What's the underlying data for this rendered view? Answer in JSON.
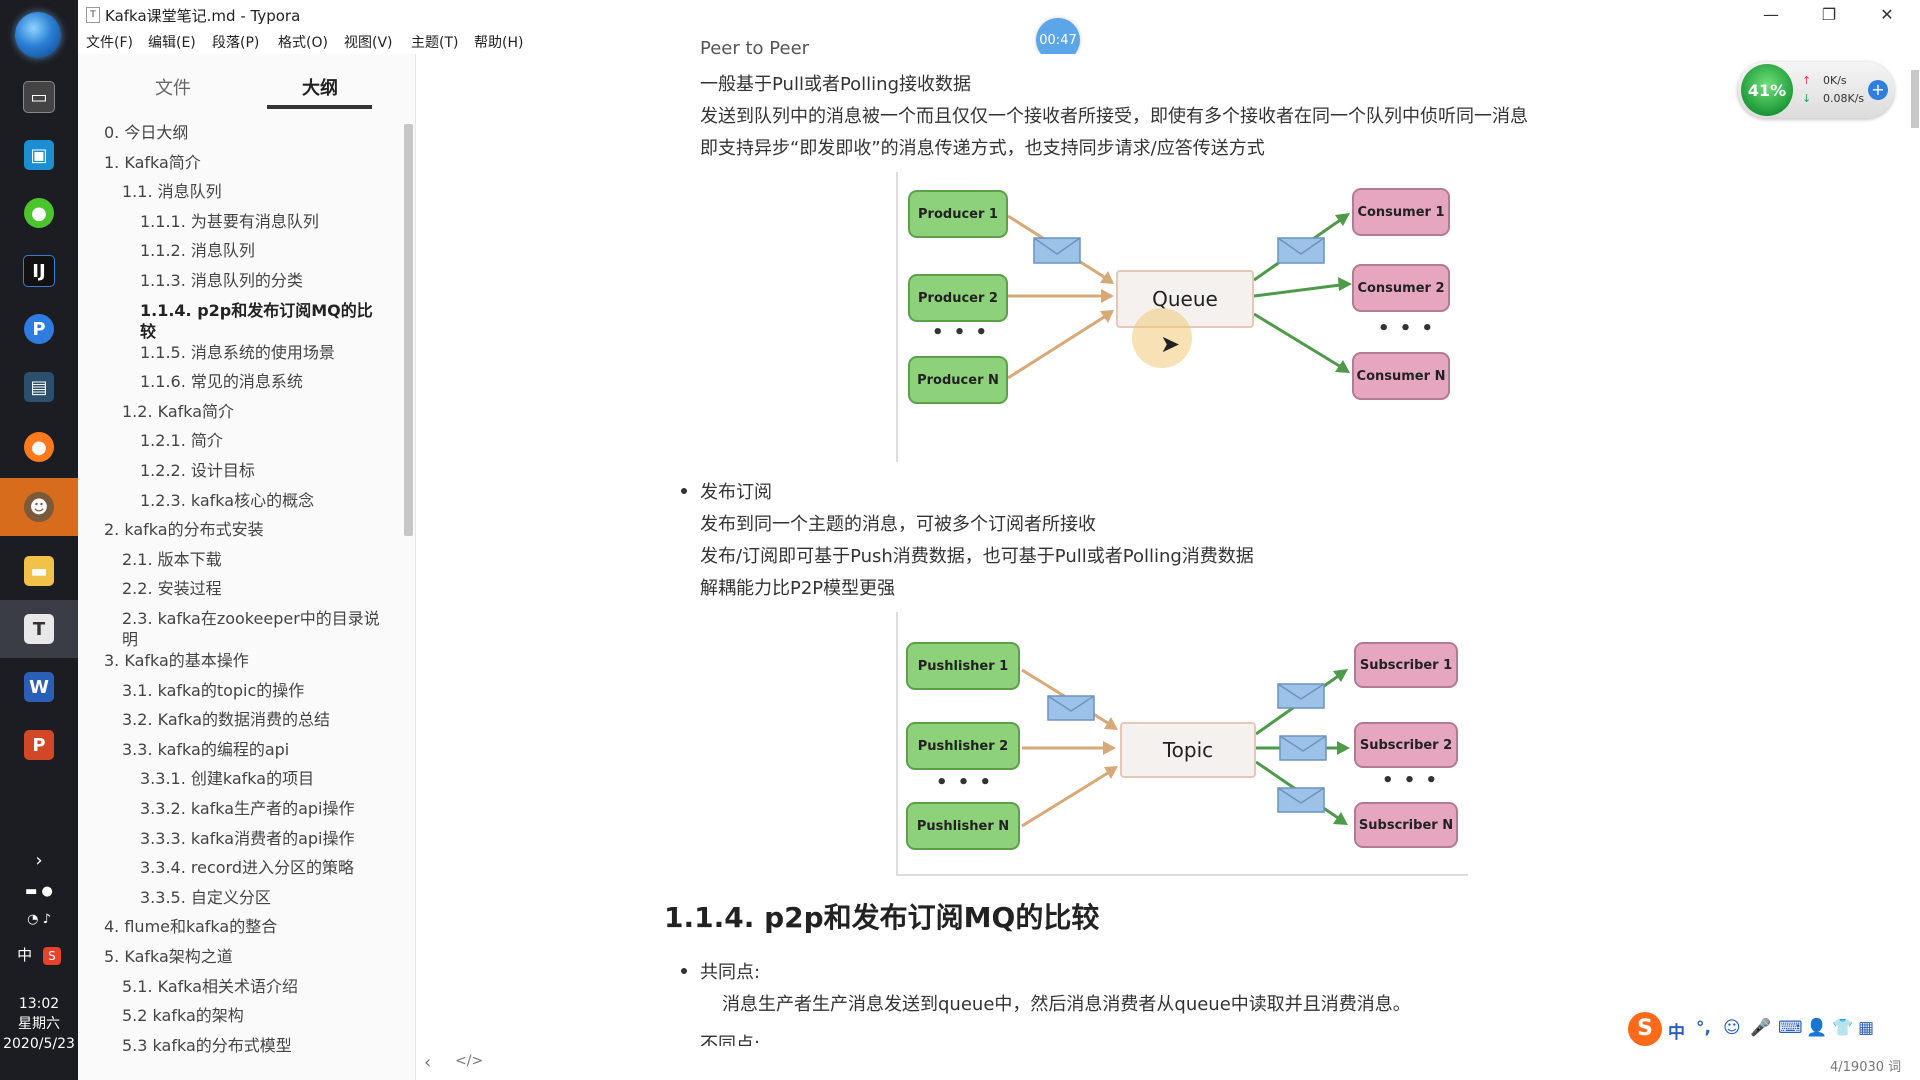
{
  "window": {
    "title": "Kafka课堂笔记.md - Typora",
    "app_icon_letter": "T",
    "minimize": "—",
    "maximize": "❐",
    "close": "✕"
  },
  "menubar": [
    "文件(F)",
    "编辑(E)",
    "段落(P)",
    "格式(O)",
    "视图(V)",
    "主题(T)",
    "帮助(H)"
  ],
  "timer": "00:47",
  "sidebar": {
    "tabs": [
      "文件",
      "大纲"
    ],
    "active_tab": "大纲",
    "outline": [
      {
        "text": "0. 今日大纲",
        "level": 0
      },
      {
        "text": "1. Kafka简介",
        "level": 0
      },
      {
        "text": "1.1. 消息队列",
        "level": 1
      },
      {
        "text": "1.1.1. 为甚要有消息队列",
        "level": 2
      },
      {
        "text": "1.1.2. 消息队列",
        "level": 2
      },
      {
        "text": "1.1.3. 消息队列的分类",
        "level": 2
      },
      {
        "text": "1.1.4. p2p和发布订阅MQ的比较",
        "level": 2,
        "active": true
      },
      {
        "text": "1.1.5. 消息系统的使用场景",
        "level": 2
      },
      {
        "text": "1.1.6. 常见的消息系统",
        "level": 2
      },
      {
        "text": "1.2. Kafka简介",
        "level": 1
      },
      {
        "text": "1.2.1. 简介",
        "level": 2
      },
      {
        "text": "1.2.2. 设计目标",
        "level": 2
      },
      {
        "text": "1.2.3. kafka核心的概念",
        "level": 2
      },
      {
        "text": "2. kafka的分布式安装",
        "level": 0
      },
      {
        "text": "2.1. 版本下载",
        "level": 1
      },
      {
        "text": "2.2. 安装过程",
        "level": 1
      },
      {
        "text": "2.3. kafka在zookeeper中的目录说明",
        "level": 1
      },
      {
        "text": "3. Kafka的基本操作",
        "level": 0
      },
      {
        "text": "3.1. kafka的topic的操作",
        "level": 1
      },
      {
        "text": "3.2. Kafka的数据消费的总结",
        "level": 1
      },
      {
        "text": "3.3. kafka的编程的api",
        "level": 1
      },
      {
        "text": "3.3.1. 创建kafka的项目",
        "level": 2
      },
      {
        "text": "3.3.2. kafka生产者的api操作",
        "level": 2
      },
      {
        "text": "3.3.3. kafka消费者的api操作",
        "level": 2
      },
      {
        "text": "3.3.4. record进入分区的策略",
        "level": 2
      },
      {
        "text": "3.3.5. 自定义分区",
        "level": 2
      },
      {
        "text": "4. flume和kafka的整合",
        "level": 0
      },
      {
        "text": "5. Kafka架构之道",
        "level": 0
      },
      {
        "text": "5.1. Kafka相关术语介绍",
        "level": 1
      },
      {
        "text": "5.2 kafka的架构",
        "level": 1
      },
      {
        "text": "5.3 kafka的分布式模型",
        "level": 1
      }
    ]
  },
  "content": {
    "cut_top_line": "Peer to Peer",
    "p2p_lines": [
      "一般基于Pull或者Polling接收数据",
      "发送到队列中的消息被一个而且仅仅一个接收者所接受，即使有多个接收者在同一个队列中侦听同一消息",
      "即支持异步“即发即收”的消息传递方式，也支持同步请求/应答传送方式"
    ],
    "queue_diagram": {
      "producers": [
        "Producer 1",
        "Producer 2",
        "Producer N"
      ],
      "center": "Queue",
      "consumers": [
        "Consumer 1",
        "Consumer 2",
        "Consumer N"
      ],
      "ellipsis": "• • •"
    },
    "pubsub_bullet": "发布订阅",
    "pubsub_lines": [
      "发布到同一个主题的消息，可被多个订阅者所接收",
      "发布/订阅即可基于Push消费数据，也可基于Pull或者Polling消费数据",
      "解耦能力比P2P模型更强"
    ],
    "topic_diagram": {
      "publishers": [
        "Pushlisher 1",
        "Pushlisher 2",
        "Pushlisher N"
      ],
      "center": "Topic",
      "subscribers": [
        "Subscriber 1",
        "Subscriber 2",
        "Subscriber N"
      ],
      "ellipsis": "• • •"
    },
    "heading": "1.1.4. p2p和发布订阅MQ的比较",
    "common_bullet": "共同点:",
    "common_text": "消息生产者生产消息发送到queue中，然后消息消费者从queue中读取并且消费消息。",
    "diff_bullet_cut": "不同点:"
  },
  "status": {
    "word_count": "4/19030 词",
    "back": "‹",
    "source_toggle": "</>"
  },
  "net_widget": {
    "percent": "41%",
    "up": "0K/s",
    "down": "0.08K/s"
  },
  "clock": {
    "time": "13:02",
    "weekday": "星期六",
    "date": "2020/5/23"
  },
  "tray": {
    "ime": "中"
  },
  "ime_bar": [
    "中",
    "°,",
    "☺",
    "🎤",
    "⌨",
    "👤",
    "👕",
    "▦"
  ],
  "colors": {
    "accent": "#333333",
    "green_node": "#8ed17b",
    "pink_node": "#e6a6c0",
    "arrow_in": "#d7a878",
    "arrow_out": "#4e9a4a",
    "envelope": "#9cc2e8"
  }
}
